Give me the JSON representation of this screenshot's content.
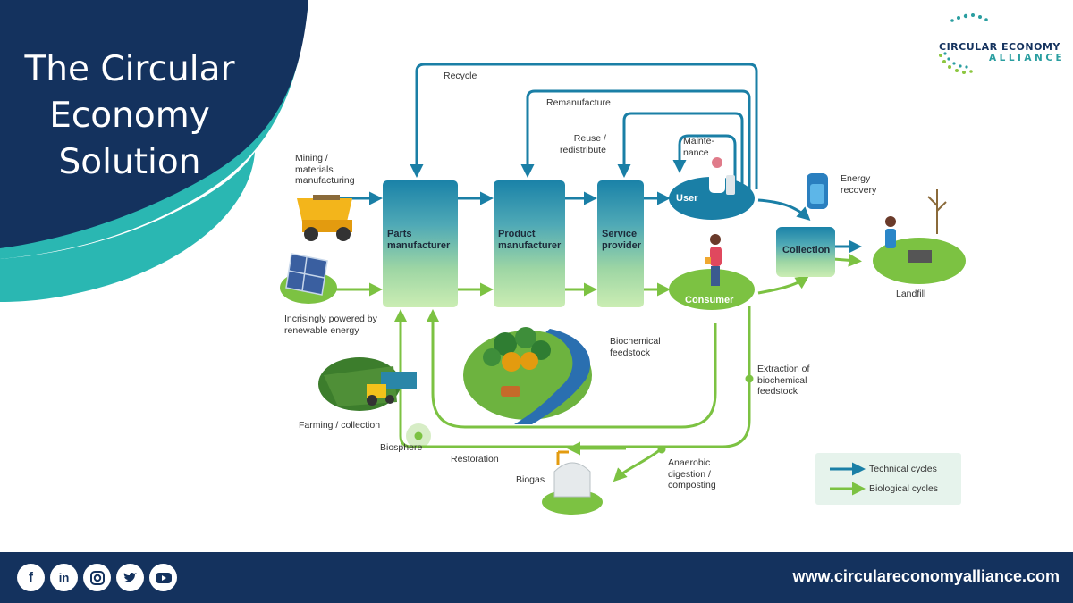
{
  "header": {
    "title_lines": [
      "The Circular",
      "Economy",
      "Solution"
    ],
    "logo_line1": "CIRCULAR ECONOMY",
    "logo_line2": "ALLIANCE"
  },
  "diagram": {
    "stages": {
      "parts": "Parts\nmanufacturer",
      "product": "Product\nmanufacturer",
      "service": "Service\nprovider",
      "user": "User",
      "consumer": "Consumer",
      "collection": "Collection"
    },
    "loops": {
      "recycle": "Recycle",
      "remanufacture": "Remanufacture",
      "reuse": "Reuse /\nredistribute",
      "maintenance": "Mainte-\nnance"
    },
    "labels": {
      "mining": "Mining /\nmaterials\nmanufacturing",
      "renewable": "Incrisingly powered by\nrenewable energy",
      "energy_recovery": "Energy\nrecovery",
      "landfill": "Landfill",
      "biochemical_feedstock": "Biochemical\nfeedstock",
      "extraction": "Extraction of\nbiochemical\nfeedstock",
      "farming": "Farming / collection",
      "biosphere": "Biosphere",
      "restoration": "Restoration",
      "biogas": "Biogas",
      "anaerobic": "Anaerobic\ndigestion /\ncomposting"
    },
    "legend": {
      "technical": "Technical cycles",
      "biological": "Biological cycles"
    },
    "colors": {
      "technical": "#1a7fa6",
      "biological": "#7cc242",
      "navy": "#14325e",
      "teal": "#2ab7b2"
    }
  },
  "footer": {
    "url": "www.circulareconomyalliance.com",
    "social_icons": [
      "facebook-icon",
      "linkedin-icon",
      "instagram-icon",
      "twitter-icon",
      "youtube-icon"
    ]
  }
}
